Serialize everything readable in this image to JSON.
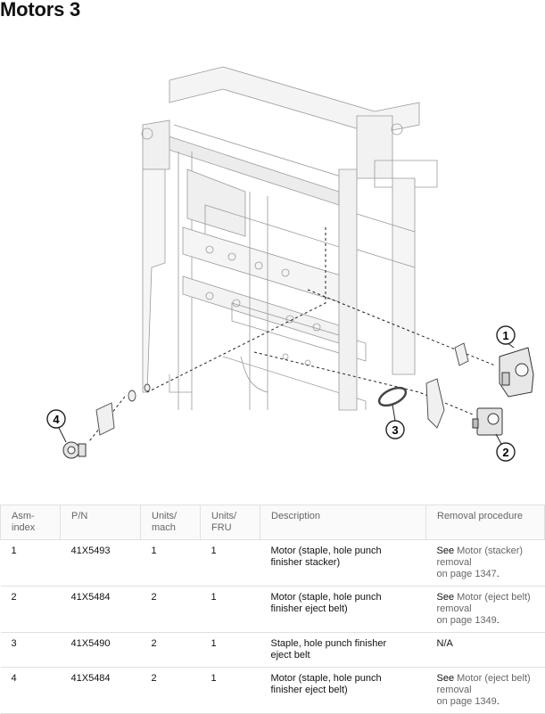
{
  "page": {
    "title": "Motors 3"
  },
  "diagram": {
    "callouts": [
      "1",
      "2",
      "3",
      "4"
    ]
  },
  "table": {
    "headers": {
      "asm_a": "Asm-",
      "asm_b": "index",
      "pn": "P/N",
      "umach_a": "Units/",
      "umach_b": "mach",
      "ufru_a": "Units/",
      "ufru_b": "FRU",
      "desc": "Description",
      "removal": "Removal procedure"
    },
    "rows": [
      {
        "asm": "1",
        "pn": "41X5493",
        "umach": "1",
        "ufru": "1",
        "desc_a": "Motor (staple, hole punch",
        "desc_b": "finisher stacker)",
        "see": "See ",
        "link_a": "Motor (stacker) removal",
        "link_b": "on page 1347",
        "tail": "."
      },
      {
        "asm": "2",
        "pn": "41X5484",
        "umach": "2",
        "ufru": "1",
        "desc_a": "Motor (staple, hole punch",
        "desc_b": "finisher eject belt)",
        "see": "See ",
        "link_a": "Motor (eject belt) removal",
        "link_b": "on page 1349",
        "tail": "."
      },
      {
        "asm": "3",
        "pn": "41X5490",
        "umach": "2",
        "ufru": "1",
        "desc_a": "Staple, hole punch finisher",
        "desc_b": "eject belt",
        "removal": "N/A"
      },
      {
        "asm": "4",
        "pn": "41X5484",
        "umach": "2",
        "ufru": "1",
        "desc_a": "Motor (staple, hole punch",
        "desc_b": "finisher eject belt)",
        "see": "See ",
        "link_a": "Motor (eject belt) removal",
        "link_b": "on page 1349",
        "tail": "."
      }
    ]
  }
}
